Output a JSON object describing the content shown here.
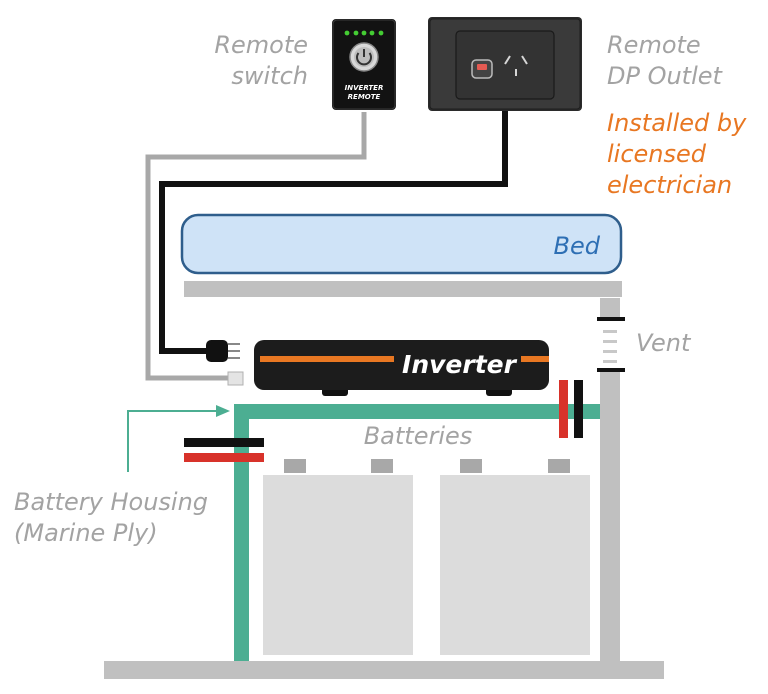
{
  "labels": {
    "remote_switch": [
      "Remote",
      "switch"
    ],
    "remote_outlet": [
      "Remote",
      "DP Outlet"
    ],
    "installed_by": [
      "Installed by",
      "licensed",
      "electrician"
    ],
    "bed": "Bed",
    "vent": "Vent",
    "inverter": "Inverter",
    "batteries": "Batteries",
    "battery_housing": [
      "Battery Housing",
      "(Marine Ply)"
    ],
    "remote_device": [
      "INVERTER",
      "REMOTE"
    ]
  },
  "colors": {
    "housing": "#4cae92",
    "bed_fill": "#cfe3f7",
    "bed_stroke": "#2f5e8c",
    "inverter_body": "#1c1c1c",
    "inverter_stripe": "#e87722",
    "battery": "#dcdcdc",
    "cable_black": "#111111",
    "cable_red": "#d8322a",
    "cable_grey": "#a8a8a8",
    "shelf": "#c0c0c0",
    "remote_led": "#44cc33"
  },
  "icons": {
    "remote_power": "power-icon",
    "outlet_switch": "rocker-switch-icon",
    "outlet_socket": "power-socket-icon",
    "plug": "power-plug-icon"
  }
}
